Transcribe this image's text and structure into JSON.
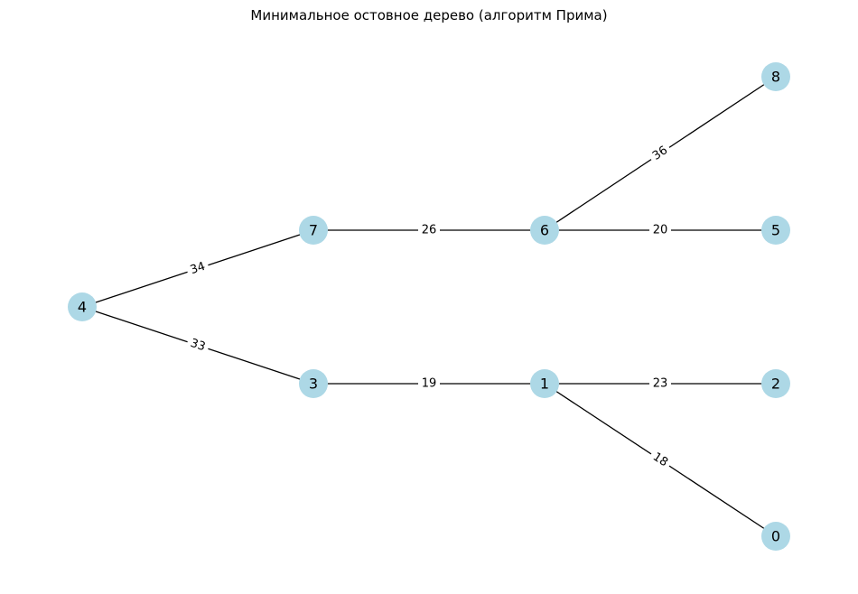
{
  "title": "Минимальное остовное дерево (алгоритм Прима)",
  "colors": {
    "node_fill": "#add8e6",
    "edge": "#000000",
    "label_bg": "#ffffff",
    "text": "#000000"
  },
  "graph": {
    "nodes": [
      {
        "id": "0",
        "label": "0"
      },
      {
        "id": "1",
        "label": "1"
      },
      {
        "id": "2",
        "label": "2"
      },
      {
        "id": "3",
        "label": "3"
      },
      {
        "id": "4",
        "label": "4"
      },
      {
        "id": "5",
        "label": "5"
      },
      {
        "id": "6",
        "label": "6"
      },
      {
        "id": "7",
        "label": "7"
      },
      {
        "id": "8",
        "label": "8"
      }
    ],
    "edges": [
      {
        "from": "4",
        "to": "7",
        "weight": "34"
      },
      {
        "from": "4",
        "to": "3",
        "weight": "33"
      },
      {
        "from": "7",
        "to": "6",
        "weight": "26"
      },
      {
        "from": "6",
        "to": "8",
        "weight": "36"
      },
      {
        "from": "6",
        "to": "5",
        "weight": "20"
      },
      {
        "from": "3",
        "to": "1",
        "weight": "19"
      },
      {
        "from": "1",
        "to": "2",
        "weight": "23"
      },
      {
        "from": "1",
        "to": "0",
        "weight": "18"
      }
    ]
  }
}
